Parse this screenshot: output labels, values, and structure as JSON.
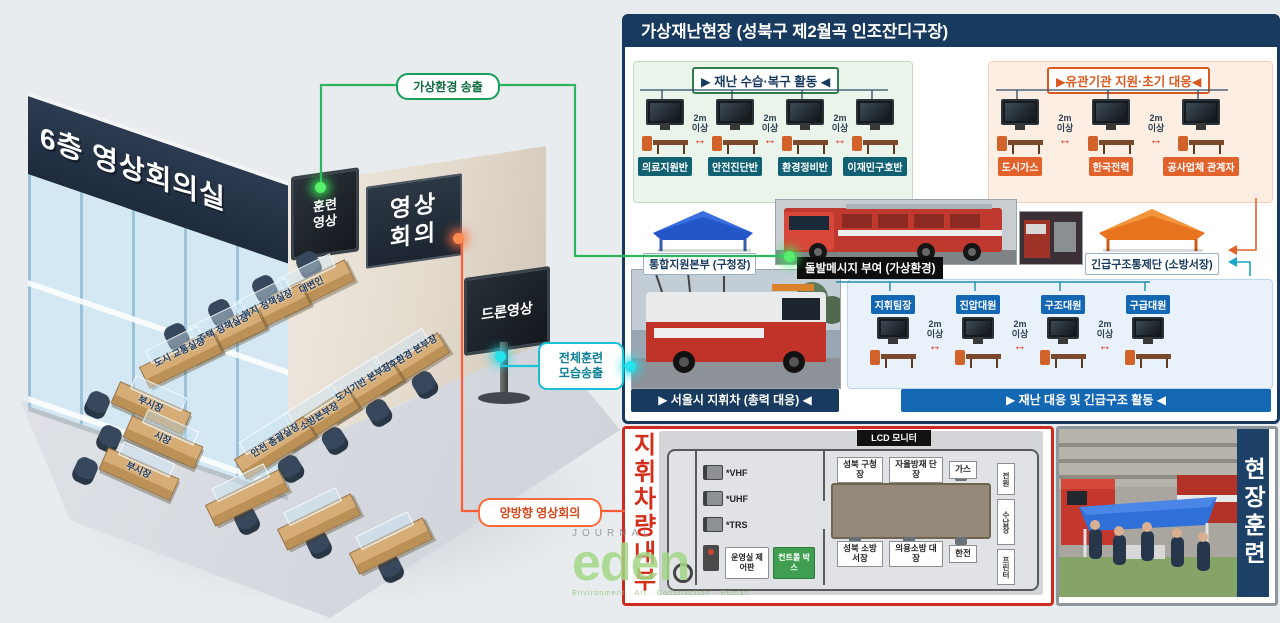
{
  "room": {
    "wall_title": "6층 영상회의실",
    "training_screen": "훈련영상",
    "conference_sign": "영상회의",
    "drone_screen": "드론영상",
    "seats": [
      "대변인",
      "복지 정책실장",
      "주택 정책실장",
      "도시 교통실장",
      "기후환경 본부장",
      "도시기반 본부장",
      "소방본부장",
      "안전 총괄실장",
      "부시장",
      "시장",
      "부시장"
    ]
  },
  "links": {
    "virtual_env": "가상환경 송출",
    "full_view": "전체훈련 모습송출",
    "two_way": "양방향 영상회의"
  },
  "gap": {
    "top": "2m",
    "bottom": "이상",
    "arrow": "↔"
  },
  "site_panel": {
    "title": "가상재난현장 (성북구 제2월곡 인조잔디구장)",
    "recovery": {
      "header": "▶ 재난 수습·복구 활동 ◀",
      "stations": [
        "의료지원반",
        "안전진단반",
        "환경정비반",
        "이재민구호반"
      ]
    },
    "agency": {
      "header": "▶유관기관 지원·초기 대응◀",
      "stations": [
        "도시가스",
        "한국전력",
        "공사업체 관계자"
      ]
    },
    "hq_blue": "통합지원본부 (구청장)",
    "surprise_label": "돌발메시지 부여 (가상환경)",
    "hq_orange": "긴급구조통제단 (소방서장)",
    "command_vehicle_label": "▶ 서울시 지휘차 (총력 대응) ◀",
    "response": {
      "header": "▶ 재난 대응 및 긴급구조 활동 ◀",
      "stations": [
        "지휘팀장",
        "진압대원",
        "구조대원",
        "구급대원"
      ]
    }
  },
  "vehicle_panel": {
    "title": "지휘차량내부",
    "lcd_label": "LCD 모니터",
    "seats_top": [
      "성북 구청장",
      "자율방재 단장",
      "가스"
    ],
    "seats_bottom": [
      "성북 소방서장",
      "의용소방 대장",
      "한전"
    ],
    "radios": [
      "*VHF",
      "*UHF",
      "*TRS"
    ],
    "controls": [
      "운영실 제어판",
      "컨트롤 박스"
    ],
    "side_boxes": [
      "전원",
      "수납장",
      "프린터"
    ]
  },
  "field_panel": {
    "title": "현장훈련"
  },
  "watermark": {
    "journal": "JOURNAL",
    "brand": "eden",
    "tagline": "Environment · Art · Construction · Human"
  }
}
